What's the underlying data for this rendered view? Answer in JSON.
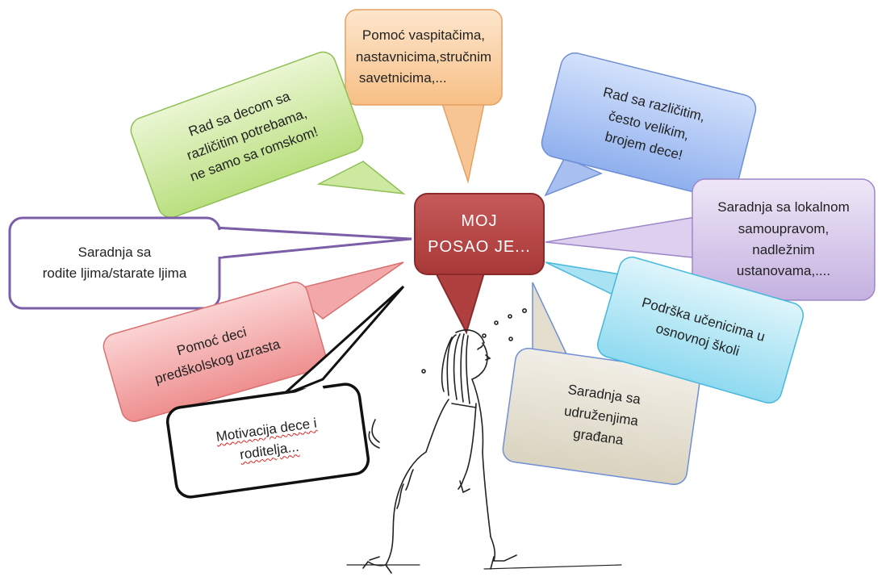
{
  "center": {
    "lines": [
      "MOJ",
      "POSAO JE..."
    ],
    "color": "#b84a4a"
  },
  "bubbles": {
    "teachers": {
      "lines": [
        "Pomoć vaspitačima,",
        "nastavnicima,stručnim",
        "savetnicima,..."
      ],
      "color": "#fbd7b0"
    },
    "needs": {
      "lines": [
        "Rad sa decom sa",
        "različitim potrebama,",
        "ne samo sa romskom!"
      ],
      "color": "#d4ecaa"
    },
    "numbers": {
      "lines": [
        "Rad sa različitim,",
        "često velikim,",
        "brojem dece!"
      ],
      "color": "#b4cbf5"
    },
    "parents": {
      "lines": [
        "Saradnja sa",
        "rodite ljima/starate ljima"
      ],
      "color": "#ffffff"
    },
    "local": {
      "lines": [
        "Saradnja sa lokalnom",
        "samoupravom,",
        "nadležnim",
        "ustanovama,...."
      ],
      "color": "#ddd0ee"
    },
    "preschool": {
      "lines": [
        "Pomoć deci",
        "predškolskog uzrasta"
      ],
      "color": "#f4b3b3"
    },
    "pupils": {
      "lines": [
        "Podrška učenicima u",
        "osnovnoj školi"
      ],
      "color": "#b6e8f5"
    },
    "citizens": {
      "lines": [
        "Saradnja sa",
        "udruženjima",
        "građana"
      ],
      "color": "#e4e0d2"
    },
    "motivation": {
      "lines": [
        "Motivacija dece i",
        "roditelja..."
      ],
      "color": "#ffffff"
    }
  }
}
